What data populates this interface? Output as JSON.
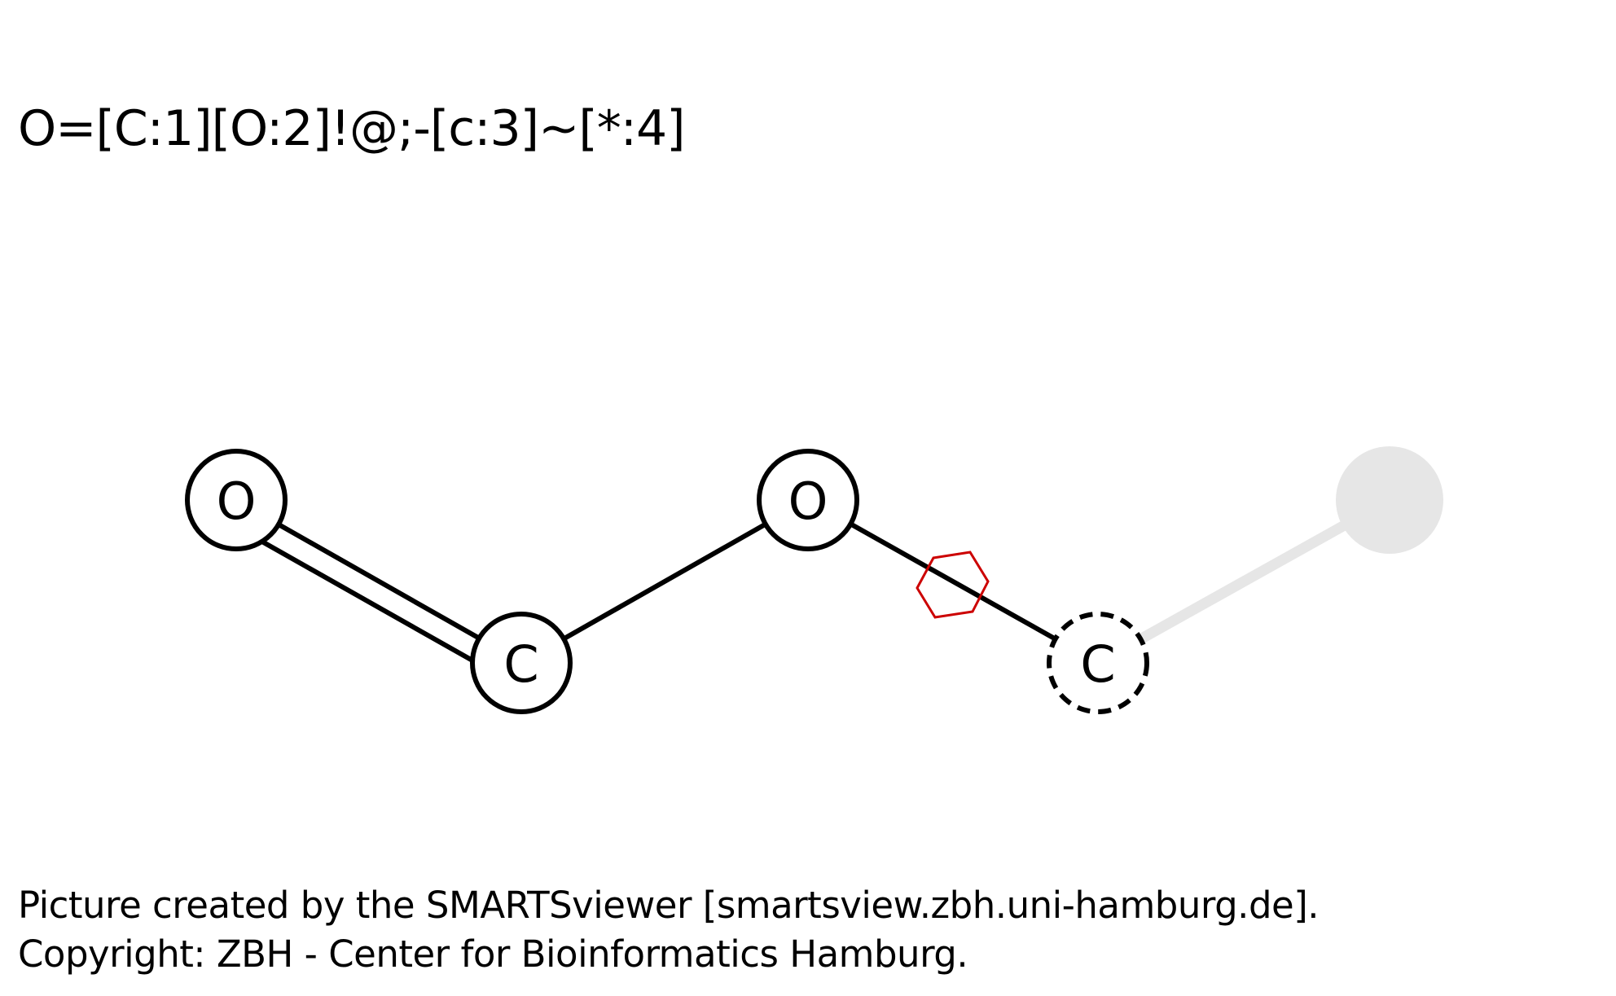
{
  "smarts_pattern": "O=[C:1][O:2]!@;-[c:3]~[*:4]",
  "molecule": {
    "atoms": [
      {
        "id": "atom-1",
        "label": "O",
        "style": "solid"
      },
      {
        "id": "atom-2",
        "label": "C",
        "style": "solid"
      },
      {
        "id": "atom-3",
        "label": "O",
        "style": "solid"
      },
      {
        "id": "atom-4",
        "label": "C",
        "style": "dashed",
        "aromatic": true
      },
      {
        "id": "atom-5",
        "label": "",
        "style": "any-atom"
      }
    ],
    "bonds": [
      {
        "from": "atom-1",
        "to": "atom-2",
        "order": "double"
      },
      {
        "from": "atom-2",
        "to": "atom-3",
        "order": "single"
      },
      {
        "from": "atom-3",
        "to": "atom-4",
        "order": "single",
        "non_ring_marker": true
      },
      {
        "from": "atom-4",
        "to": "atom-5",
        "order": "any"
      }
    ],
    "colors": {
      "bond": "#000000",
      "any_bond": "#e6e6e6",
      "any_atom": "#e6e6e6",
      "non_ring_marker": "#cc0000"
    }
  },
  "footer": {
    "line1": "Picture created by the SMARTSviewer [smartsview.zbh.uni-hamburg.de].",
    "line2": "Copyright: ZBH - Center for Bioinformatics Hamburg."
  }
}
